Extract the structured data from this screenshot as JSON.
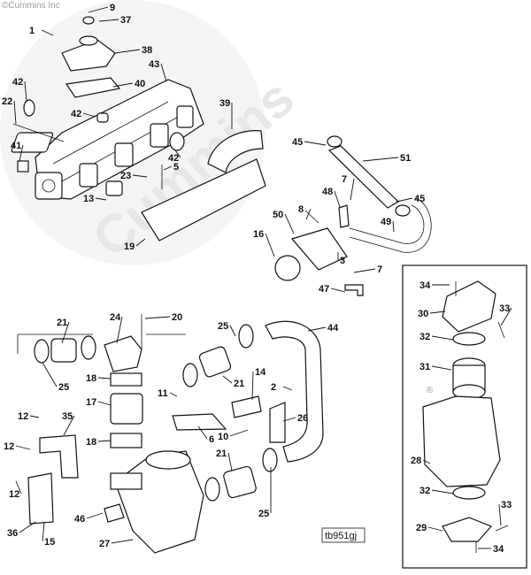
{
  "watermark": {
    "corner_text": "©Cummins Inc",
    "brand_text": "Cummins",
    "small_mark": "®"
  },
  "reference_code": "tb951gj",
  "callouts": [
    {
      "id": "c9",
      "label": "9"
    },
    {
      "id": "c37",
      "label": "37"
    },
    {
      "id": "c1",
      "label": "1"
    },
    {
      "id": "c38",
      "label": "38"
    },
    {
      "id": "c43",
      "label": "43"
    },
    {
      "id": "c40",
      "label": "40"
    },
    {
      "id": "c42a",
      "label": "42"
    },
    {
      "id": "c22",
      "label": "22"
    },
    {
      "id": "c42b",
      "label": "42"
    },
    {
      "id": "c39",
      "label": "39"
    },
    {
      "id": "c42c",
      "label": "42"
    },
    {
      "id": "c41",
      "label": "41"
    },
    {
      "id": "c45a",
      "label": "45"
    },
    {
      "id": "c51",
      "label": "51"
    },
    {
      "id": "c5",
      "label": "5"
    },
    {
      "id": "c23",
      "label": "23"
    },
    {
      "id": "c13",
      "label": "13"
    },
    {
      "id": "c7a",
      "label": "7"
    },
    {
      "id": "c48",
      "label": "48"
    },
    {
      "id": "c45b",
      "label": "45"
    },
    {
      "id": "c8",
      "label": "8"
    },
    {
      "id": "c50",
      "label": "50"
    },
    {
      "id": "c49",
      "label": "49"
    },
    {
      "id": "c19",
      "label": "19"
    },
    {
      "id": "c16",
      "label": "16"
    },
    {
      "id": "c3",
      "label": "3"
    },
    {
      "id": "c7b",
      "label": "7"
    },
    {
      "id": "c47",
      "label": "47"
    },
    {
      "id": "c34a",
      "label": "34"
    },
    {
      "id": "c30",
      "label": "30"
    },
    {
      "id": "c33a",
      "label": "33"
    },
    {
      "id": "c32a",
      "label": "32"
    },
    {
      "id": "c31",
      "label": "31"
    },
    {
      "id": "c28",
      "label": "28"
    },
    {
      "id": "c32b",
      "label": "32"
    },
    {
      "id": "c29",
      "label": "29"
    },
    {
      "id": "c33b",
      "label": "33"
    },
    {
      "id": "c34b",
      "label": "34"
    },
    {
      "id": "c24",
      "label": "24"
    },
    {
      "id": "c20",
      "label": "20"
    },
    {
      "id": "c21a",
      "label": "21"
    },
    {
      "id": "c25a",
      "label": "25"
    },
    {
      "id": "c44",
      "label": "44"
    },
    {
      "id": "c25b",
      "label": "25"
    },
    {
      "id": "c18a",
      "label": "18"
    },
    {
      "id": "c21b",
      "label": "21"
    },
    {
      "id": "c14",
      "label": "14"
    },
    {
      "id": "c11",
      "label": "11"
    },
    {
      "id": "c2",
      "label": "2"
    },
    {
      "id": "c17",
      "label": "17"
    },
    {
      "id": "c12a",
      "label": "12"
    },
    {
      "id": "c35",
      "label": "35"
    },
    {
      "id": "c26",
      "label": "26"
    },
    {
      "id": "c6",
      "label": "6"
    },
    {
      "id": "c10",
      "label": "10"
    },
    {
      "id": "c18b",
      "label": "18"
    },
    {
      "id": "c12b",
      "label": "12"
    },
    {
      "id": "c21c",
      "label": "21"
    },
    {
      "id": "c12c",
      "label": "12"
    },
    {
      "id": "c25c",
      "label": "25"
    },
    {
      "id": "c36",
      "label": "36"
    },
    {
      "id": "c15",
      "label": "15"
    },
    {
      "id": "c46",
      "label": "46"
    },
    {
      "id": "c27",
      "label": "27"
    }
  ]
}
